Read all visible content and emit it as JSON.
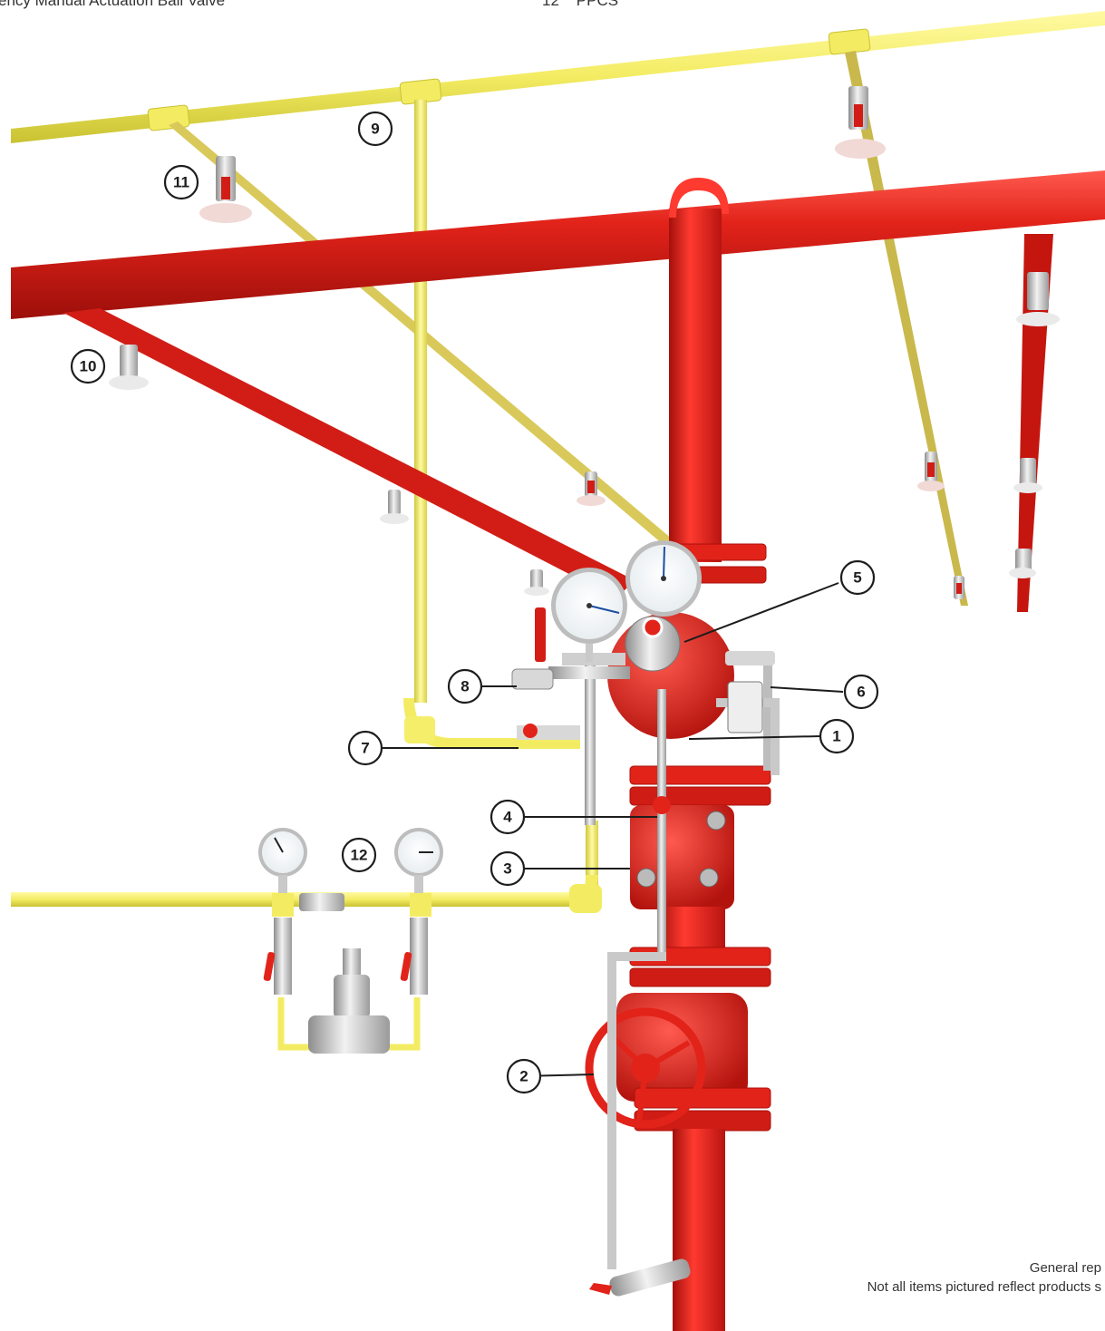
{
  "header": {
    "left_text": "ency Manual Actuation Ball Valve",
    "right_text": "12    PPCS"
  },
  "callouts": [
    {
      "id": "1",
      "label": "1"
    },
    {
      "id": "2",
      "label": "2"
    },
    {
      "id": "3",
      "label": "3"
    },
    {
      "id": "4",
      "label": "4"
    },
    {
      "id": "5",
      "label": "5"
    },
    {
      "id": "6",
      "label": "6"
    },
    {
      "id": "7",
      "label": "7"
    },
    {
      "id": "8",
      "label": "8"
    },
    {
      "id": "9",
      "label": "9"
    },
    {
      "id": "10",
      "label": "10"
    },
    {
      "id": "11",
      "label": "11"
    },
    {
      "id": "12",
      "label": "12"
    }
  ],
  "footer": {
    "line1": "General rep",
    "line2": "Not all items pictured reflect products s"
  },
  "colors": {
    "red_pipe": "#e2231a",
    "yellow_pipe": "#f3ec63",
    "chrome": "#c9c9c9",
    "callout_stroke": "#1d1d1d"
  }
}
